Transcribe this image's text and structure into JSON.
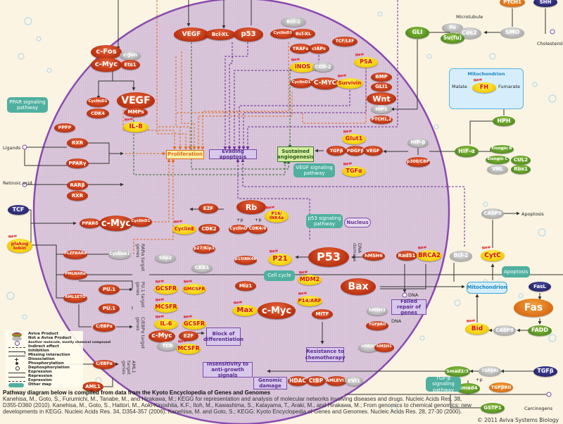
{
  "new_badge_label": "New",
  "nodes": [
    {
      "id": "vegf-top",
      "label": "VEGF",
      "kind": "red"
    },
    {
      "id": "bclxl-top",
      "label": "Bcl-XL",
      "kind": "red"
    },
    {
      "id": "p53-top",
      "label": "p53",
      "kind": "red"
    },
    {
      "id": "bcl2-top",
      "label": "Bcl-2",
      "kind": "gray"
    },
    {
      "id": "cyclind1-a",
      "label": "CyclinD1",
      "kind": "red"
    },
    {
      "id": "bclxl-b",
      "label": "Bcl-XL",
      "kind": "red"
    },
    {
      "id": "tcflef",
      "label": "TCF/LEF",
      "kind": "red"
    },
    {
      "id": "trafs",
      "label": "TRAFs",
      "kind": "red"
    },
    {
      "id": "ciaps",
      "label": "cIAPs",
      "kind": "red"
    },
    {
      "id": "inos",
      "label": "iNOS",
      "kind": "yellow",
      "new": true
    },
    {
      "id": "cox2",
      "label": "COX-2",
      "kind": "gray"
    },
    {
      "id": "cyclind1-b",
      "label": "CyclinD1",
      "kind": "red"
    },
    {
      "id": "cmyc-caps",
      "label": "C-MYC",
      "kind": "red"
    },
    {
      "id": "survivin",
      "label": "Survivin",
      "kind": "yellow",
      "new": true
    },
    {
      "id": "psa",
      "label": "PSA",
      "kind": "yellow",
      "new": true
    },
    {
      "id": "bmp",
      "label": "BMP",
      "kind": "red"
    },
    {
      "id": "gli1",
      "label": "GLI1",
      "kind": "red"
    },
    {
      "id": "wnt",
      "label": "Wnt",
      "kind": "red"
    },
    {
      "id": "hip1",
      "label": "HIP1",
      "kind": "gray"
    },
    {
      "id": "ptch12",
      "label": "PTCH1,2",
      "kind": "red"
    },
    {
      "id": "gli",
      "label": "GLI",
      "kind": "green"
    },
    {
      "id": "fu",
      "label": "Fu",
      "kind": "gray"
    },
    {
      "id": "cos2",
      "label": "Cos2",
      "kind": "gray"
    },
    {
      "id": "sufu",
      "label": "Su(fu)",
      "kind": "green"
    },
    {
      "id": "smo",
      "label": "SMO",
      "kind": "gray"
    },
    {
      "id": "ptch1",
      "label": "PTCH1",
      "kind": "orange"
    },
    {
      "id": "shh",
      "label": "SHH",
      "kind": "navy"
    },
    {
      "id": "fh",
      "label": "FH",
      "kind": "yellow",
      "new": true
    },
    {
      "id": "hph",
      "label": "HPH",
      "kind": "green"
    },
    {
      "id": "hifa",
      "label": "HIF-α",
      "kind": "green"
    },
    {
      "id": "elonginb",
      "label": "Elongin B",
      "kind": "green"
    },
    {
      "id": "elonginc",
      "label": "Elongin C",
      "kind": "green"
    },
    {
      "id": "cul2",
      "label": "CUL2",
      "kind": "green"
    },
    {
      "id": "vhl",
      "label": "VHL",
      "kind": "gray"
    },
    {
      "id": "rbx1",
      "label": "Rbx1",
      "kind": "green"
    },
    {
      "id": "hifb",
      "label": "HIF-β",
      "kind": "gray"
    },
    {
      "id": "p300cbp",
      "label": "p300/CBP",
      "kind": "red"
    },
    {
      "id": "glut1",
      "label": "Glut1",
      "kind": "yellow",
      "new": true
    },
    {
      "id": "tgfb-ang",
      "label": "TGFβ",
      "kind": "red"
    },
    {
      "id": "pdgfb",
      "label": "PDGFβ",
      "kind": "red"
    },
    {
      "id": "vegf-ang",
      "label": "VEGF",
      "kind": "red"
    },
    {
      "id": "tgfa",
      "label": "TGFα",
      "kind": "yellow",
      "new": true
    },
    {
      "id": "cfos",
      "label": "c-Fos",
      "kind": "red"
    },
    {
      "id": "cjun",
      "label": "c-Jun",
      "kind": "gray"
    },
    {
      "id": "cmyc-ap1",
      "label": "c-Myc",
      "kind": "red"
    },
    {
      "id": "ets1",
      "label": "Ets1",
      "kind": "red"
    },
    {
      "id": "cyclind1-c",
      "label": "CyclinD1",
      "kind": "red"
    },
    {
      "id": "cdk4",
      "label": "CDK4",
      "kind": "red"
    },
    {
      "id": "vegf-big",
      "label": "VEGF",
      "kind": "red"
    },
    {
      "id": "mmps",
      "label": "MMPs",
      "kind": "red"
    },
    {
      "id": "il8",
      "label": "IL-8",
      "kind": "yellow",
      "new": true
    },
    {
      "id": "ppfp",
      "label": "PPFP",
      "kind": "red"
    },
    {
      "id": "rxr-a",
      "label": "RXR",
      "kind": "red"
    },
    {
      "id": "pparg",
      "label": "PPARγ",
      "kind": "red"
    },
    {
      "id": "rarb",
      "label": "RARβ",
      "kind": "red"
    },
    {
      "id": "rxr-b",
      "label": "RXR",
      "kind": "red"
    },
    {
      "id": "tcf",
      "label": "TCF",
      "kind": "navy"
    },
    {
      "id": "plakoglobin",
      "label": "plakog lobin",
      "kind": "yellow",
      "new": true
    },
    {
      "id": "ppard",
      "label": "PPARδ",
      "kind": "red"
    },
    {
      "id": "cmyc-mid",
      "label": "c-Myc",
      "kind": "red"
    },
    {
      "id": "cyclind1-d",
      "label": "CyclinD1",
      "kind": "red"
    },
    {
      "id": "plzfrara",
      "label": "PLZFRARα",
      "kind": "red"
    },
    {
      "id": "cyclina1",
      "label": "CyclinA1",
      "kind": "gray"
    },
    {
      "id": "pmlrara",
      "label": "PMLRARα",
      "kind": "red"
    },
    {
      "id": "aml1eto",
      "label": "AML1ETO",
      "kind": "red"
    },
    {
      "id": "pu1-a",
      "label": "PU.1",
      "kind": "red"
    },
    {
      "id": "pu1-b",
      "label": "PU.1",
      "kind": "red"
    },
    {
      "id": "cebpa-a",
      "label": "C/EBPα",
      "kind": "red"
    },
    {
      "id": "cebpa-b",
      "label": "C/EBPα",
      "kind": "red"
    },
    {
      "id": "aml1",
      "label": "AML1",
      "kind": "red"
    },
    {
      "id": "gcsfr-a",
      "label": "GCSFR",
      "kind": "yellow",
      "new": true
    },
    {
      "id": "gmcsfr",
      "label": "GMCSFR",
      "kind": "yellow",
      "new": true
    },
    {
      "id": "mcsfr-a",
      "label": "MCSFR",
      "kind": "yellow",
      "new": true
    },
    {
      "id": "il6",
      "label": "IL-6",
      "kind": "yellow",
      "new": true
    },
    {
      "id": "gcsfr-b",
      "label": "GCSFR",
      "kind": "yellow",
      "new": true
    },
    {
      "id": "cmyc-diff",
      "label": "c-Myc",
      "kind": "red"
    },
    {
      "id": "e2f-diff",
      "label": "E2F",
      "kind": "red"
    },
    {
      "id": "tcr",
      "label": "TCR",
      "kind": "gray"
    },
    {
      "id": "mcsfr-b",
      "label": "MCSFR",
      "kind": "yellow",
      "new": true
    },
    {
      "id": "skp2",
      "label": "Skp2",
      "kind": "gray"
    },
    {
      "id": "p27kip1",
      "label": "p27/Kip1",
      "kind": "red"
    },
    {
      "id": "cks1",
      "label": "CKS1",
      "kind": "gray"
    },
    {
      "id": "cycline",
      "label": "CyclinE",
      "kind": "yellow",
      "new": true
    },
    {
      "id": "cdk2",
      "label": "CDK2",
      "kind": "red"
    },
    {
      "id": "e2f",
      "label": "E2F",
      "kind": "red"
    },
    {
      "id": "rb",
      "label": "Rb",
      "kind": "red"
    },
    {
      "id": "p16",
      "label": "P16/ INK4a",
      "kind": "yellow",
      "new": true
    },
    {
      "id": "cyclind",
      "label": "CyclinD",
      "kind": "red"
    },
    {
      "id": "cdk46",
      "label": "CDK4/6",
      "kind": "red"
    },
    {
      "id": "p15ink4b",
      "label": "p15INK4b",
      "kind": "red"
    },
    {
      "id": "p21",
      "label": "P21",
      "kind": "yellow",
      "new": true
    },
    {
      "id": "p53-big",
      "label": "P53",
      "kind": "red"
    },
    {
      "id": "hmsh6",
      "label": "hMSH6",
      "kind": "red"
    },
    {
      "id": "rad51",
      "label": "Rad51",
      "kind": "red"
    },
    {
      "id": "brca2",
      "label": "BRCA2",
      "kind": "yellow",
      "new": true
    },
    {
      "id": "miz1",
      "label": "Miz1",
      "kind": "red"
    },
    {
      "id": "max",
      "label": "Max",
      "kind": "yellow",
      "new": true
    },
    {
      "id": "cmyc-big",
      "label": "c-Myc",
      "kind": "red"
    },
    {
      "id": "mdm2",
      "label": "MDM2",
      "kind": "yellow",
      "new": true
    },
    {
      "id": "p14arf",
      "label": "P14/ARF",
      "kind": "yellow",
      "new": true
    },
    {
      "id": "bax",
      "label": "Bax",
      "kind": "red"
    },
    {
      "id": "mitf",
      "label": "MITF",
      "kind": "red"
    },
    {
      "id": "hmsh3",
      "label": "hMSH3",
      "kind": "gray"
    },
    {
      "id": "tgfbrii-in",
      "label": "TGFβRII",
      "kind": "red"
    },
    {
      "id": "hmsh2",
      "label": "hMSH2",
      "kind": "gray"
    },
    {
      "id": "hmsh1",
      "label": "hMSH1",
      "kind": "red"
    },
    {
      "id": "hdac",
      "label": "HDAC",
      "kind": "red"
    },
    {
      "id": "ctbp",
      "label": "CtBP",
      "kind": "red"
    },
    {
      "id": "amlevi1",
      "label": "AMLEVI1",
      "kind": "red"
    },
    {
      "id": "evi1",
      "label": "EVI1",
      "kind": "gray"
    },
    {
      "id": "casp9",
      "label": "CASP9",
      "kind": "gray"
    },
    {
      "id": "bcl2-r",
      "label": "Bcl-2",
      "kind": "gray"
    },
    {
      "id": "cytc",
      "label": "CytC",
      "kind": "yellow",
      "new": true
    },
    {
      "id": "fasl",
      "label": "FasL",
      "kind": "navy"
    },
    {
      "id": "fas",
      "label": "Fas",
      "kind": "orange"
    },
    {
      "id": "fadd",
      "label": "FADD",
      "kind": "green"
    },
    {
      "id": "casp8",
      "label": "CASP8",
      "kind": "gray"
    },
    {
      "id": "bid",
      "label": "Bid",
      "kind": "yellow",
      "new": true
    },
    {
      "id": "tgfbri",
      "label": "TGFβRI",
      "kind": "gray"
    },
    {
      "id": "tgfb",
      "label": "TGFβ",
      "kind": "navy"
    },
    {
      "id": "smad23",
      "label": "Smad2/3",
      "kind": "green"
    },
    {
      "id": "smad4",
      "label": "Smad4",
      "kind": "green"
    },
    {
      "id": "tgfbrii",
      "label": "TGFβRII",
      "kind": "orange"
    },
    {
      "id": "gstp1",
      "label": "GSTP1",
      "kind": "green"
    }
  ],
  "boxes": [
    {
      "id": "proliferation",
      "label": "Proliferation",
      "kind": "prolif"
    },
    {
      "id": "evading-apoptosis",
      "label": "Evading apoptosis",
      "kind": "pheno"
    },
    {
      "id": "sustained-angiogenesis",
      "label": "Sustained angiogenesis",
      "kind": "angio"
    },
    {
      "id": "vegf-pathway",
      "label": "VEGF signaling pathway",
      "kind": "teal"
    },
    {
      "id": "ppar-pathway",
      "label": "PPAR signaling pathway",
      "kind": "teal"
    },
    {
      "id": "p53-pathway",
      "label": "p53 signaling pathway",
      "kind": "teal"
    },
    {
      "id": "nucleus",
      "label": "Nucleus",
      "kind": "nucleus"
    },
    {
      "id": "cell-cycle",
      "label": "Cell cycle",
      "kind": "teal"
    },
    {
      "id": "block-differentiation",
      "label": "Block of differentiation",
      "kind": "pheno"
    },
    {
      "id": "resistance-chemo",
      "label": "Resistance to chemotherapy",
      "kind": "pheno"
    },
    {
      "id": "failed-repair",
      "label": "Failed repair of genes",
      "kind": "pheno"
    },
    {
      "id": "insensitivity",
      "label": "Insensitivity to anti-growth signals",
      "kind": "pheno"
    },
    {
      "id": "genomic-damage",
      "label": "Genomic damage",
      "kind": "pheno"
    },
    {
      "id": "apoptosis-map",
      "label": "Apoptosis",
      "kind": "teal"
    },
    {
      "id": "mitochondrion-r",
      "label": "Mitochondrion",
      "kind": "mito"
    },
    {
      "id": "tgfb-pathway",
      "label": "TGF-β signaling pathway",
      "kind": "teal"
    }
  ],
  "labels": [
    {
      "id": "microtubule",
      "text": "Microtubule"
    },
    {
      "id": "cholesterol",
      "text": "Cholesterol"
    },
    {
      "id": "malate",
      "text": "Malate"
    },
    {
      "id": "fumarate",
      "text": "Fumarate"
    },
    {
      "id": "ligands",
      "text": "Ligands"
    },
    {
      "id": "retinoic-acid",
      "text": "Retinoic acid"
    },
    {
      "id": "apoptosis-text",
      "text": "Apoptosis"
    },
    {
      "id": "dna-a",
      "text": "DNA"
    },
    {
      "id": "dna-b",
      "text": "DNA"
    },
    {
      "id": "question",
      "text": "?"
    },
    {
      "id": "carcinogens",
      "text": "Carcinogens"
    },
    {
      "id": "plus-p-a",
      "text": "+p"
    },
    {
      "id": "plus-p-b",
      "text": "+p"
    },
    {
      "id": "plus-p-c",
      "text": "+p"
    }
  ],
  "vertical_labels": [
    {
      "id": "rara-genes",
      "text": "RARα target genes"
    },
    {
      "id": "pu1-genes",
      "text": "PU.1 target genes"
    },
    {
      "id": "cebpa-genes",
      "text": "C/EBPα target genes"
    },
    {
      "id": "aml1-genes",
      "text": "AML1 target genes"
    },
    {
      "id": "dna-damage",
      "text": "DNA damage"
    }
  ],
  "mitochondrion_title": "Mitochondrion",
  "legend": [
    {
      "text": "Aviva Product",
      "symbol": "aviva"
    },
    {
      "text": "Not a Aviva Product",
      "symbol": "gray"
    },
    {
      "text": "Another molecule, mostly chemical compound",
      "symbol": "circle"
    },
    {
      "text": "Indirect effect",
      "symbol": "dashed"
    },
    {
      "text": "Inhibition",
      "symbol": "inhibit"
    },
    {
      "text": "Missing interaction",
      "symbol": "missing"
    },
    {
      "text": "Dissociation",
      "symbol": "plus"
    },
    {
      "text": "Phosphorylation",
      "symbol": "phos"
    },
    {
      "text": "Dephosphorylation",
      "symbol": "dephos"
    },
    {
      "text": "Expression",
      "symbol": "expr"
    },
    {
      "text": "Repression",
      "symbol": "repr"
    },
    {
      "text": "Expression",
      "symbol": "expr-dashed"
    },
    {
      "text": "Other map",
      "symbol": "map"
    }
  ],
  "references": {
    "heading": "Pathway diagram below is compiled from data from the Kyoto Encyclopedia of Genes and Genomes",
    "body": "Kanehisa, M., Goto, S., Furumichi, M., Tanabe, M., and Hirakawa, M.; KEGG for representation and analysis of molecular networks involving diseases and drugs. Nucleic Acids Res. 38, D355-D360 (2010). Kanehisa, M., Goto, S., Hattori, M., Aoki-Kinoshita, K.F., Itoh, M., Kawashima, S., Katayama, T., Araki, M., and Hirakawa, M.; From genomics to chemical genomics: new developments in KEGG. Nucleic Acids Res. 34, D354-357 (2006). Kanehisa, M. and Goto, S.; KEGG: Kyoto Encyclopedia of Genes and Genomes. Nucleic Acids Res. 28, 27-30 (2000)."
  },
  "copyright": "© 2011 Aviva Systems Biology",
  "colors": {
    "aviva_product": "#c8401a",
    "new_product": "#f5d000",
    "not_aviva": "#aaaaaa",
    "cell": "#dcc8dc",
    "membrane": "#8a4ab0",
    "background": "#fbf4e2",
    "other_map": "#4fb0a0"
  }
}
